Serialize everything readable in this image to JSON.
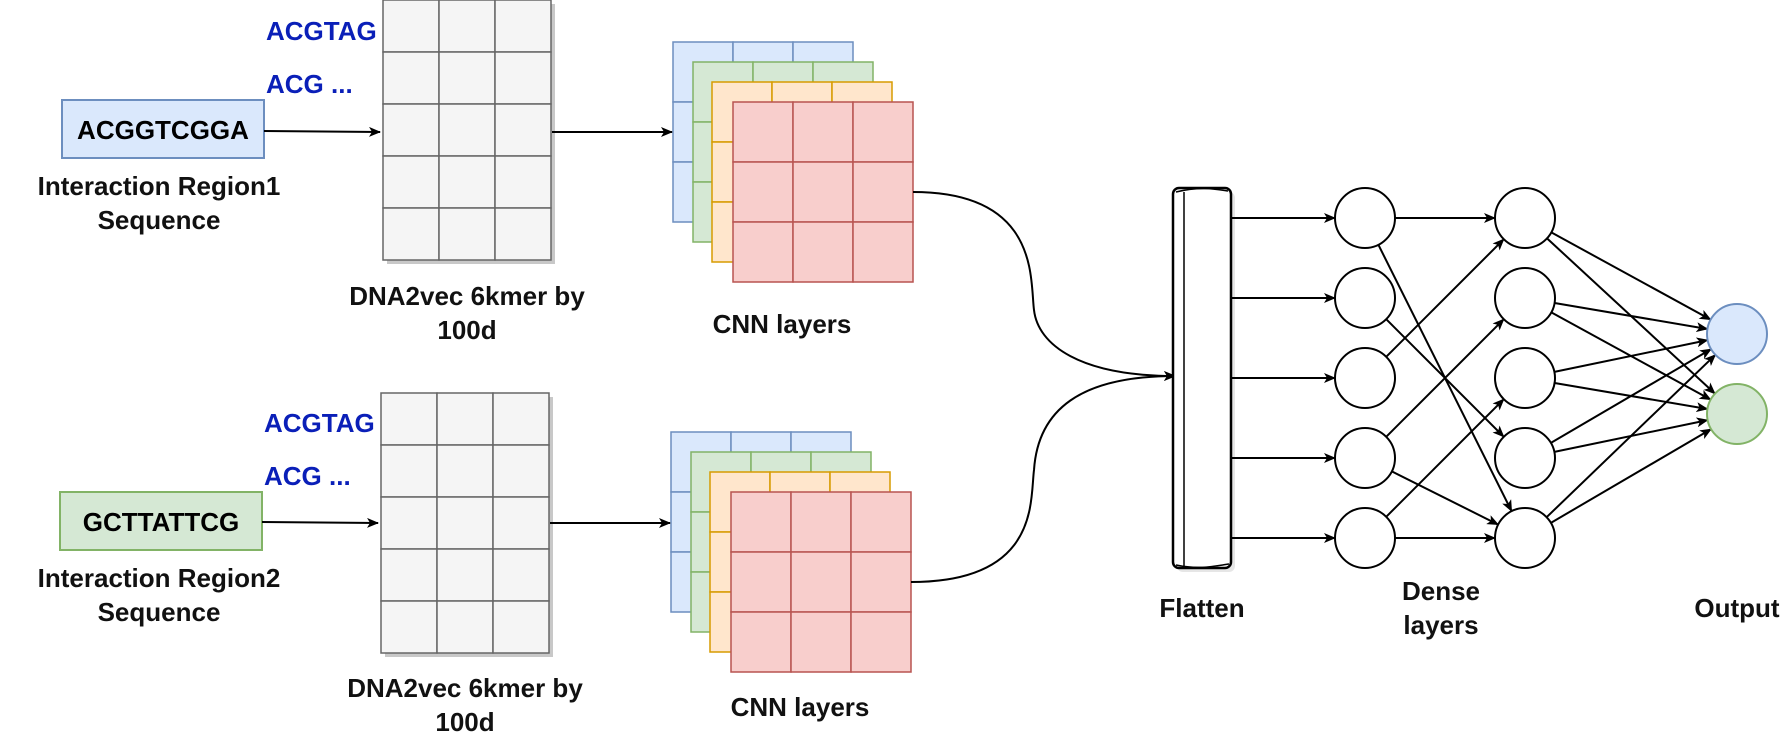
{
  "colors": {
    "dna_blue_text": "#0a1fb8",
    "seq1_fill": "#dae8fc",
    "seq1_stroke": "#6c8ebf",
    "seq2_fill": "#d5e8d4",
    "seq2_stroke": "#82b366",
    "cnn_blue_fill": "#dae8fc",
    "cnn_blue_stroke": "#6c8ebf",
    "cnn_green_fill": "#d5e8d4",
    "cnn_green_stroke": "#82b366",
    "cnn_orange_fill": "#ffe6cc",
    "cnn_orange_stroke": "#d79b00",
    "cnn_red_fill": "#f8cecc",
    "cnn_red_stroke": "#b85450",
    "grid_fill": "#f5f5f5",
    "grid_stroke": "#666666",
    "output_blue_fill": "#dae8fc",
    "output_blue_stroke": "#6c8ebf",
    "output_green_fill": "#d5e8d4",
    "output_green_stroke": "#82b366"
  },
  "branches": [
    {
      "sequence": "ACGGTCGGA",
      "region_label_line1": "Interaction Region1",
      "region_label_line2": "Sequence",
      "kmer_1": "ACGTAG",
      "kmer_2": "ACG ...",
      "embedding_label_line1": "DNA2vec 6kmer by",
      "embedding_label_line2": "100d",
      "cnn_label": "CNN layers"
    },
    {
      "sequence": "GCTTATTCG",
      "region_label_line1": "Interaction Region2",
      "region_label_line2": "Sequence",
      "kmer_1": "ACGTAG",
      "kmer_2": "ACG ...",
      "embedding_label_line1": "DNA2vec 6kmer by",
      "embedding_label_line2": "100d",
      "cnn_label": "CNN layers"
    }
  ],
  "flatten_label": "Flatten",
  "dense_label_line1": "Dense",
  "dense_label_line2": "layers",
  "output_label": "Output",
  "network": {
    "input_nodes": 5,
    "dense_layers": [
      5,
      5
    ],
    "output_nodes": 2,
    "layer1_to_layer2_edges": [
      [
        0,
        0
      ],
      [
        0,
        4
      ],
      [
        1,
        3
      ],
      [
        2,
        0
      ],
      [
        3,
        1
      ],
      [
        3,
        4
      ],
      [
        4,
        2
      ],
      [
        4,
        4
      ]
    ]
  }
}
